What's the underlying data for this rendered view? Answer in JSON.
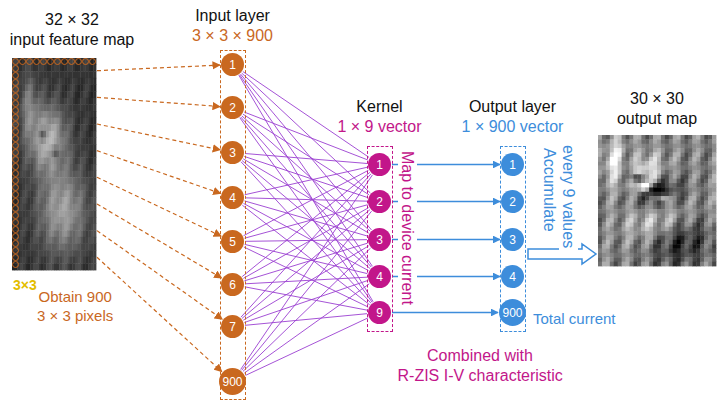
{
  "diagram": {
    "nodes": [
      {
        "text": [
          "32 × 32",
          "input feature map"
        ]
      },
      {
        "text": [
          "Input layer",
          "3 × 3 × 900"
        ]
      },
      {
        "text": [
          "1"
        ],
        "in": 1
      },
      {
        "text": [
          "2"
        ],
        "in": 1
      },
      {
        "text": [
          "3"
        ],
        "in": 1
      },
      {
        "text": [
          "4"
        ],
        "in": 1
      },
      {
        "text": [
          "5"
        ],
        "in": 1
      },
      {
        "text": [
          "6"
        ],
        "in": 1
      },
      {
        "text": [
          "7"
        ],
        "in": 1
      },
      {
        "text": [
          "900"
        ],
        "in": 1
      },
      {
        "text": [
          "Kernel",
          "1 × 9 vector"
        ]
      },
      {
        "text": [
          "1"
        ],
        "in": 10
      },
      {
        "text": [
          "2"
        ],
        "in": 10
      },
      {
        "text": [
          "3"
        ],
        "in": 10
      },
      {
        "text": [
          "4"
        ],
        "in": 10
      },
      {
        "text": [
          "9"
        ],
        "in": 10
      },
      {
        "text": [
          "Output layer",
          "1 × 900 vector"
        ]
      },
      {
        "text": [
          "1"
        ],
        "in": 16
      },
      {
        "text": [
          "2"
        ],
        "in": 16
      },
      {
        "text": [
          "3"
        ],
        "in": 16
      },
      {
        "text": [
          "4"
        ],
        "in": 16
      },
      {
        "text": [
          "900"
        ],
        "in": 16
      },
      {
        "text": [
          "30 × 30",
          "output map"
        ]
      }
    ],
    "edges": [
      {
        "from": 0,
        "to": 2,
        "arrow": "to"
      },
      {
        "from": 0,
        "to": 3,
        "arrow": "to"
      },
      {
        "from": 0,
        "to": 4,
        "arrow": "to"
      },
      {
        "from": 0,
        "to": 5,
        "arrow": "to"
      },
      {
        "from": 0,
        "to": 6,
        "arrow": "to"
      },
      {
        "from": 0,
        "to": 7,
        "arrow": "to"
      },
      {
        "from": 0,
        "to": 8,
        "arrow": "to"
      },
      {
        "from": 0,
        "to": 9,
        "arrow": "to"
      },
      {
        "from": 2,
        "to": 11,
        "arrow": "none"
      },
      {
        "from": 2,
        "to": 12,
        "arrow": "none"
      },
      {
        "from": 2,
        "to": 13,
        "arrow": "none"
      },
      {
        "from": 2,
        "to": 14,
        "arrow": "none"
      },
      {
        "from": 2,
        "to": 15,
        "arrow": "none"
      },
      {
        "from": 3,
        "to": 11,
        "arrow": "none"
      },
      {
        "from": 3,
        "to": 12,
        "arrow": "none"
      },
      {
        "from": 3,
        "to": 13,
        "arrow": "none"
      },
      {
        "from": 3,
        "to": 14,
        "arrow": "none"
      },
      {
        "from": 3,
        "to": 15,
        "arrow": "none"
      },
      {
        "from": 4,
        "to": 11,
        "arrow": "none"
      },
      {
        "from": 4,
        "to": 12,
        "arrow": "none"
      },
      {
        "from": 4,
        "to": 13,
        "arrow": "none"
      },
      {
        "from": 4,
        "to": 14,
        "arrow": "none"
      },
      {
        "from": 4,
        "to": 15,
        "arrow": "none"
      },
      {
        "from": 5,
        "to": 11,
        "arrow": "none"
      },
      {
        "from": 5,
        "to": 12,
        "arrow": "none"
      },
      {
        "from": 5,
        "to": 13,
        "arrow": "none"
      },
      {
        "from": 5,
        "to": 14,
        "arrow": "none"
      },
      {
        "from": 5,
        "to": 15,
        "arrow": "none"
      },
      {
        "from": 6,
        "to": 11,
        "arrow": "none"
      },
      {
        "from": 6,
        "to": 12,
        "arrow": "none"
      },
      {
        "from": 6,
        "to": 13,
        "arrow": "none"
      },
      {
        "from": 6,
        "to": 14,
        "arrow": "none"
      },
      {
        "from": 6,
        "to": 15,
        "arrow": "none"
      },
      {
        "from": 7,
        "to": 11,
        "arrow": "none"
      },
      {
        "from": 7,
        "to": 12,
        "arrow": "none"
      },
      {
        "from": 7,
        "to": 13,
        "arrow": "none"
      },
      {
        "from": 7,
        "to": 14,
        "arrow": "none"
      },
      {
        "from": 7,
        "to": 15,
        "arrow": "none"
      },
      {
        "from": 8,
        "to": 11,
        "arrow": "none"
      },
      {
        "from": 8,
        "to": 12,
        "arrow": "none"
      },
      {
        "from": 8,
        "to": 13,
        "arrow": "none"
      },
      {
        "from": 8,
        "to": 14,
        "arrow": "none"
      },
      {
        "from": 8,
        "to": 15,
        "arrow": "none"
      },
      {
        "from": 9,
        "to": 11,
        "arrow": "none"
      },
      {
        "from": 9,
        "to": 12,
        "arrow": "none"
      },
      {
        "from": 9,
        "to": 13,
        "arrow": "none"
      },
      {
        "from": 9,
        "to": 14,
        "arrow": "none"
      },
      {
        "from": 9,
        "to": 15,
        "arrow": "none"
      },
      {
        "from": 11,
        "to": 17,
        "arrow": "to"
      },
      {
        "from": 12,
        "to": 18,
        "arrow": "to"
      },
      {
        "from": 13,
        "to": 19,
        "arrow": "to"
      },
      {
        "from": 14,
        "to": 20,
        "arrow": "to"
      },
      {
        "from": 15,
        "to": 21,
        "arrow": "to"
      },
      {
        "from": 16,
        "to": 22,
        "arrow": "to"
      }
    ],
    "labels": [
      "3×3",
      "Obtain 900",
      "3 × 3 pixels",
      "Map to device current",
      "Accumulate",
      "every 9 values",
      "Total current",
      "Combined with",
      "R-ZIS I-V characteristic"
    ]
  }
}
